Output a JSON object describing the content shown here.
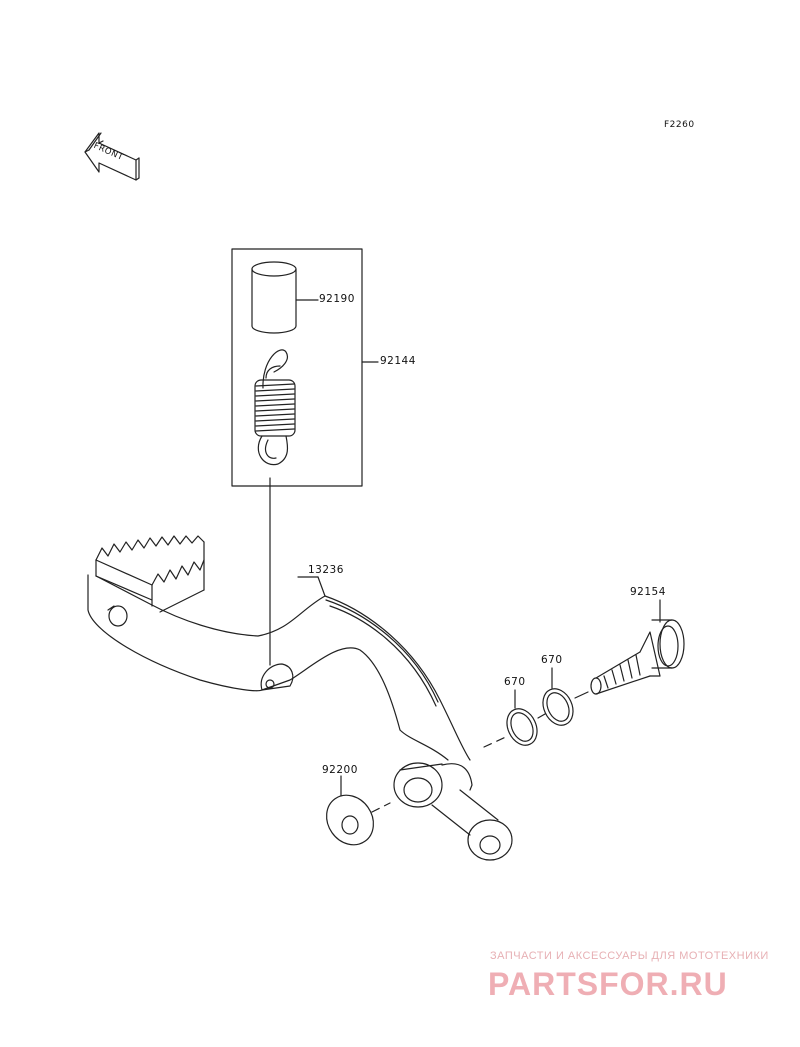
{
  "sheet_code": "F2260",
  "front_label": "FRONT",
  "parts": {
    "bushing": "92190",
    "spring_assembly": "92144",
    "pedal": "13236",
    "pivot_bolt": "92154",
    "o_ring_inner": "670",
    "o_ring_outer": "670",
    "washer": "92200"
  },
  "watermark": {
    "tagline": "ЗАПЧАСТИ И АКСЕССУАРЫ ДЛЯ МОТОТЕХНИКИ",
    "logo": "PARTSFOR.RU"
  },
  "colors": {
    "line": "#222222",
    "watermark": "#efaeb4"
  }
}
